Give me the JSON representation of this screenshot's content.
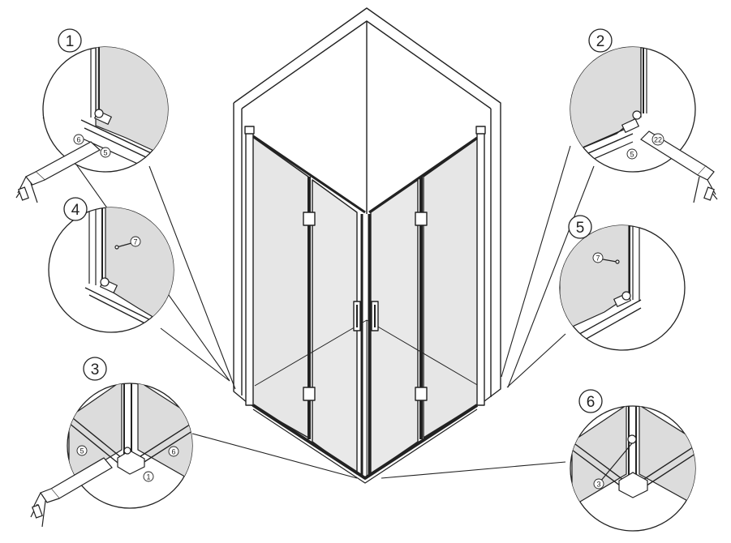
{
  "step_badges": [
    "1",
    "2",
    "3",
    "4",
    "5",
    "6"
  ],
  "part_labels": {
    "d1": [
      "6",
      "5"
    ],
    "d2": [
      "22",
      "5"
    ],
    "d3": [
      "5",
      "6",
      "1"
    ],
    "d4": [
      "7"
    ],
    "d5": [
      "7"
    ],
    "d6": [
      "3"
    ]
  },
  "colors": {
    "line": "#222222",
    "glass": "#e6e6e6",
    "glass_dark": "#d8d8d8",
    "background": "#ffffff"
  }
}
